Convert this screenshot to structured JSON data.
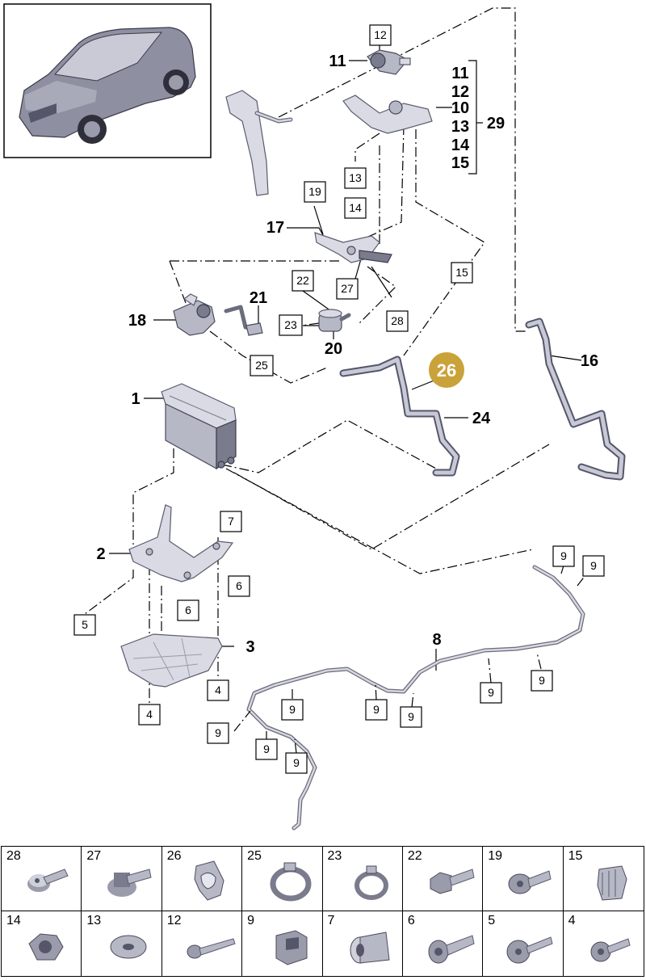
{
  "callouts": [
    {
      "id": "c1",
      "text": "1"
    },
    {
      "id": "c2",
      "text": "2"
    },
    {
      "id": "c3",
      "text": "3"
    },
    {
      "id": "c8",
      "text": "8"
    },
    {
      "id": "c10",
      "text": "10"
    },
    {
      "id": "c11a",
      "text": "11"
    },
    {
      "id": "c11b",
      "text": "11"
    },
    {
      "id": "c12b",
      "text": "12"
    },
    {
      "id": "c13b",
      "text": "13"
    },
    {
      "id": "c14b",
      "text": "14"
    },
    {
      "id": "c15b",
      "text": "15"
    },
    {
      "id": "c16",
      "text": "16"
    },
    {
      "id": "c17",
      "text": "17"
    },
    {
      "id": "c18",
      "text": "18"
    },
    {
      "id": "c20",
      "text": "20"
    },
    {
      "id": "c21",
      "text": "21"
    },
    {
      "id": "c24",
      "text": "24"
    },
    {
      "id": "c29",
      "text": "29"
    }
  ],
  "boxes": [
    {
      "id": "b12",
      "text": "12"
    },
    {
      "id": "b13",
      "text": "13"
    },
    {
      "id": "b14",
      "text": "14"
    },
    {
      "id": "b19",
      "text": "19"
    },
    {
      "id": "b22",
      "text": "22"
    },
    {
      "id": "b27",
      "text": "27"
    },
    {
      "id": "b28",
      "text": "28"
    },
    {
      "id": "b15",
      "text": "15"
    },
    {
      "id": "b23",
      "text": "23"
    },
    {
      "id": "b25",
      "text": "25"
    },
    {
      "id": "b7",
      "text": "7"
    },
    {
      "id": "b6a",
      "text": "6"
    },
    {
      "id": "b6b",
      "text": "6"
    },
    {
      "id": "b5",
      "text": "5"
    },
    {
      "id": "b4a",
      "text": "4"
    },
    {
      "id": "b4b",
      "text": "4"
    },
    {
      "id": "b9a",
      "text": "9"
    },
    {
      "id": "b9b",
      "text": "9"
    },
    {
      "id": "b9c",
      "text": "9"
    },
    {
      "id": "b9d",
      "text": "9"
    },
    {
      "id": "b9e",
      "text": "9"
    },
    {
      "id": "b9f",
      "text": "9"
    },
    {
      "id": "b9g",
      "text": "9"
    },
    {
      "id": "b9h",
      "text": "9"
    },
    {
      "id": "b9i",
      "text": "9"
    },
    {
      "id": "b9j",
      "text": "9"
    },
    {
      "id": "b9k",
      "text": "9"
    }
  ],
  "highlight": {
    "text": "26",
    "color": "#c9a23a"
  },
  "parts_table": [
    {
      "num": "28",
      "icon": "bolt-flange-icon"
    },
    {
      "num": "27",
      "icon": "bolt-washer-icon"
    },
    {
      "num": "26",
      "icon": "holder-clip-icon"
    },
    {
      "num": "25",
      "icon": "hose-clamp-icon"
    },
    {
      "num": "23",
      "icon": "hose-clamp-small-icon"
    },
    {
      "num": "22",
      "icon": "hex-bolt-icon"
    },
    {
      "num": "19",
      "icon": "collar-bolt-icon"
    },
    {
      "num": "15",
      "icon": "pipe-clip-icon"
    },
    {
      "num": "14",
      "icon": "hex-nut-icon"
    },
    {
      "num": "13",
      "icon": "washer-icon"
    },
    {
      "num": "12",
      "icon": "screw-long-icon"
    },
    {
      "num": "9",
      "icon": "clip-bracket-icon"
    },
    {
      "num": "7",
      "icon": "rivet-nut-icon"
    },
    {
      "num": "6",
      "icon": "torx-bolt-icon"
    },
    {
      "num": "5",
      "icon": "flange-bolt-icon"
    },
    {
      "num": "4",
      "icon": "oval-head-bolt-icon"
    }
  ],
  "colors": {
    "line": "#000000",
    "part": "#b7b8c6",
    "highlight": "#c9a23a"
  }
}
